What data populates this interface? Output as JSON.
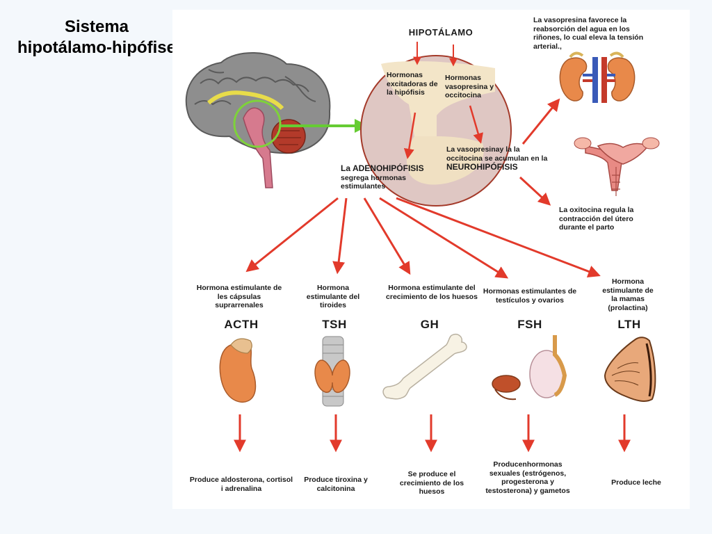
{
  "title_line1": "Sistema",
  "title_line2": "hipotálamo-hipófise",
  "hypothalamus": {
    "label": "HIPOTÁLAMO",
    "excitatory": "Hormonas excitadoras de la hipófisis",
    "vasopressin": "Hormonas vasopresina y occitocina",
    "neuro_accum": "La vasopresinay la la occitocina se acumulan en la",
    "neuro_name": "NEUROHIPÓFISIS"
  },
  "adeno": {
    "prefix": "La",
    "name": "ADENOHIPÓFISIS",
    "desc": "segrega hormonas estimulantes"
  },
  "effects": {
    "vasopressin": "La vasopresina favorece la reabsorción del agua en los riñones, lo cual eleva la tensión arterial.,",
    "oxytocin": "La oxitocina regula la contracción del útero durante el parto"
  },
  "hormones": [
    {
      "desc": "Hormona estimulante de les cápsulas suprarrenales",
      "code": "ACTH",
      "organ_icon": "adrenal-gland-icon",
      "result": "Produce aldosterona, cortisol i adrenalina"
    },
    {
      "desc": "Hormona estimulante del tiroides",
      "code": "TSH",
      "organ_icon": "thyroid-icon",
      "result": "Produce tiroxina y calcitonina"
    },
    {
      "desc": "Hormona estimulante del crecimiento de los huesos",
      "code": "GH",
      "organ_icon": "bone-icon",
      "result": "Se produce el crecimiento de los huesos"
    },
    {
      "desc": "Hormonas estimulantes de testículos y ovarios",
      "code": "FSH",
      "organ_icon": "gonads-icon",
      "result": "Producenhormonas sexuales (estrógenos, progesterona y testosterona) y gametos"
    },
    {
      "desc": "Hormona estimulante de la mamas (prolactina)",
      "code": "LTH",
      "organ_icon": "breast-icon",
      "result": "Produce leche"
    }
  ],
  "colors": {
    "arrow": "#e23a2b",
    "green_arrow": "#66cc33",
    "circle": "#dfc7c3"
  }
}
